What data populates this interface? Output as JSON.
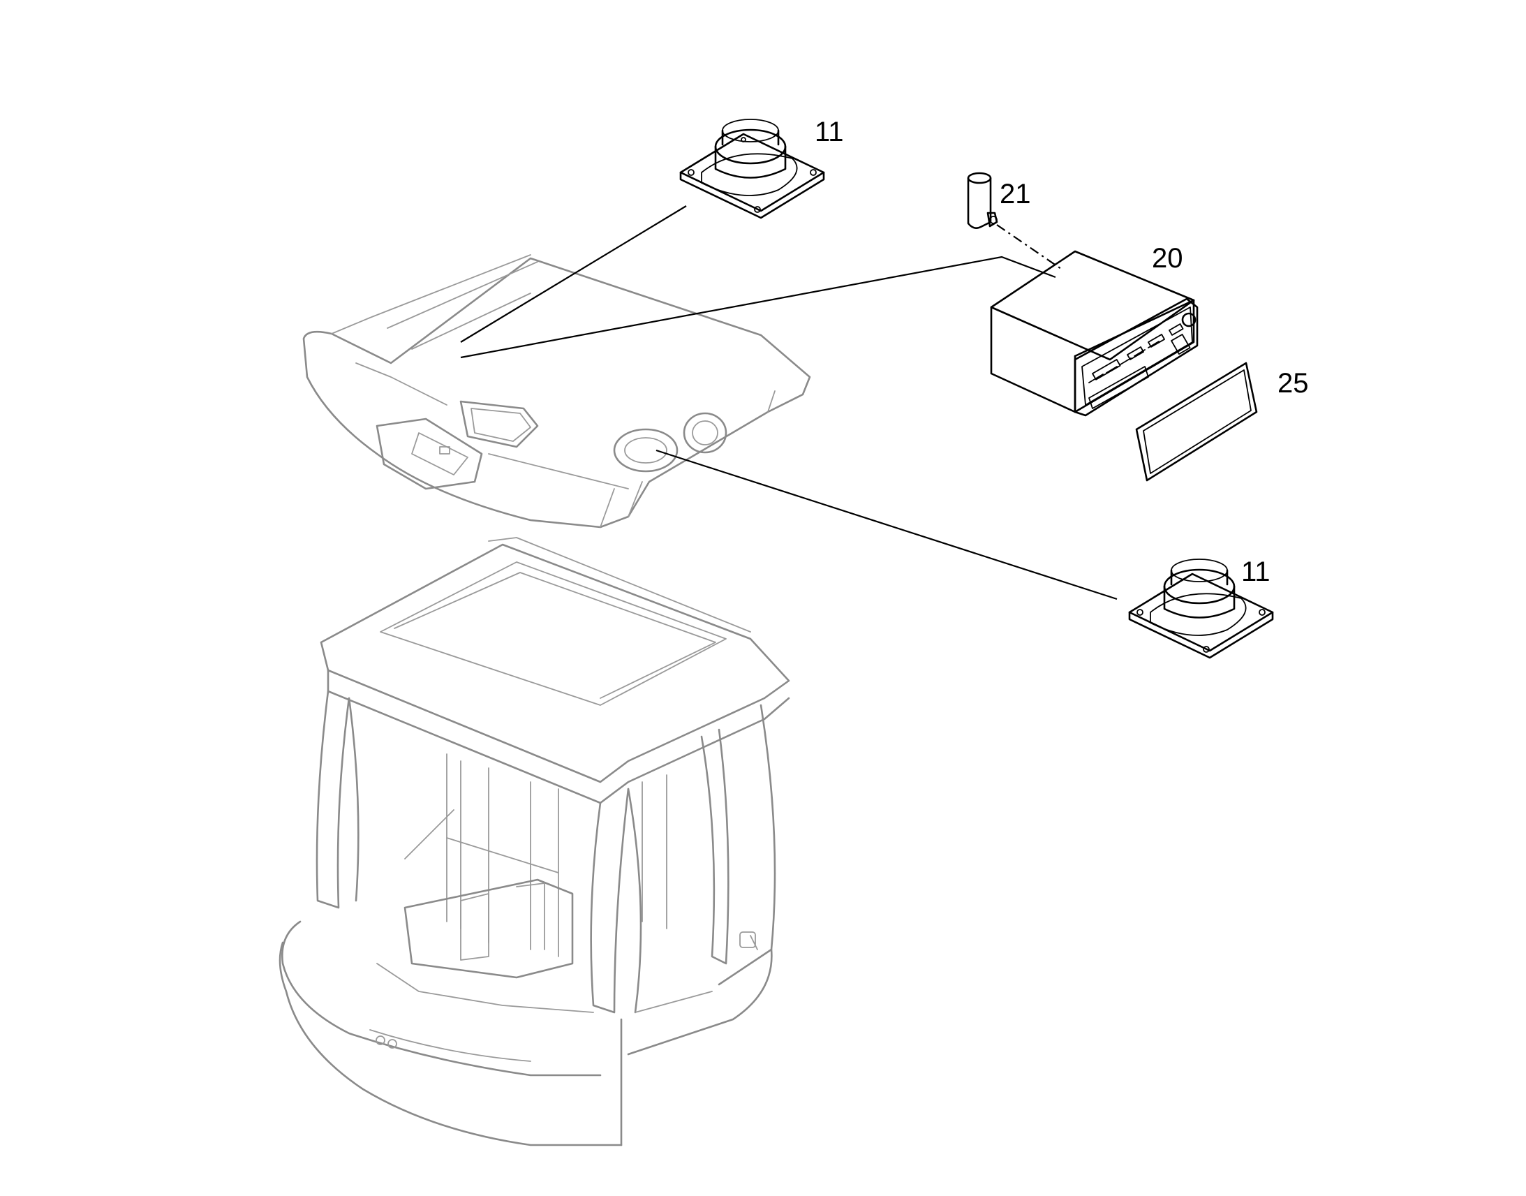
{
  "callouts": [
    {
      "id": "speaker_upper",
      "label": "11"
    },
    {
      "id": "connector",
      "label": "21"
    },
    {
      "id": "radio",
      "label": "20"
    },
    {
      "id": "gasket",
      "label": "25"
    },
    {
      "id": "speaker_lower",
      "label": "11"
    }
  ]
}
